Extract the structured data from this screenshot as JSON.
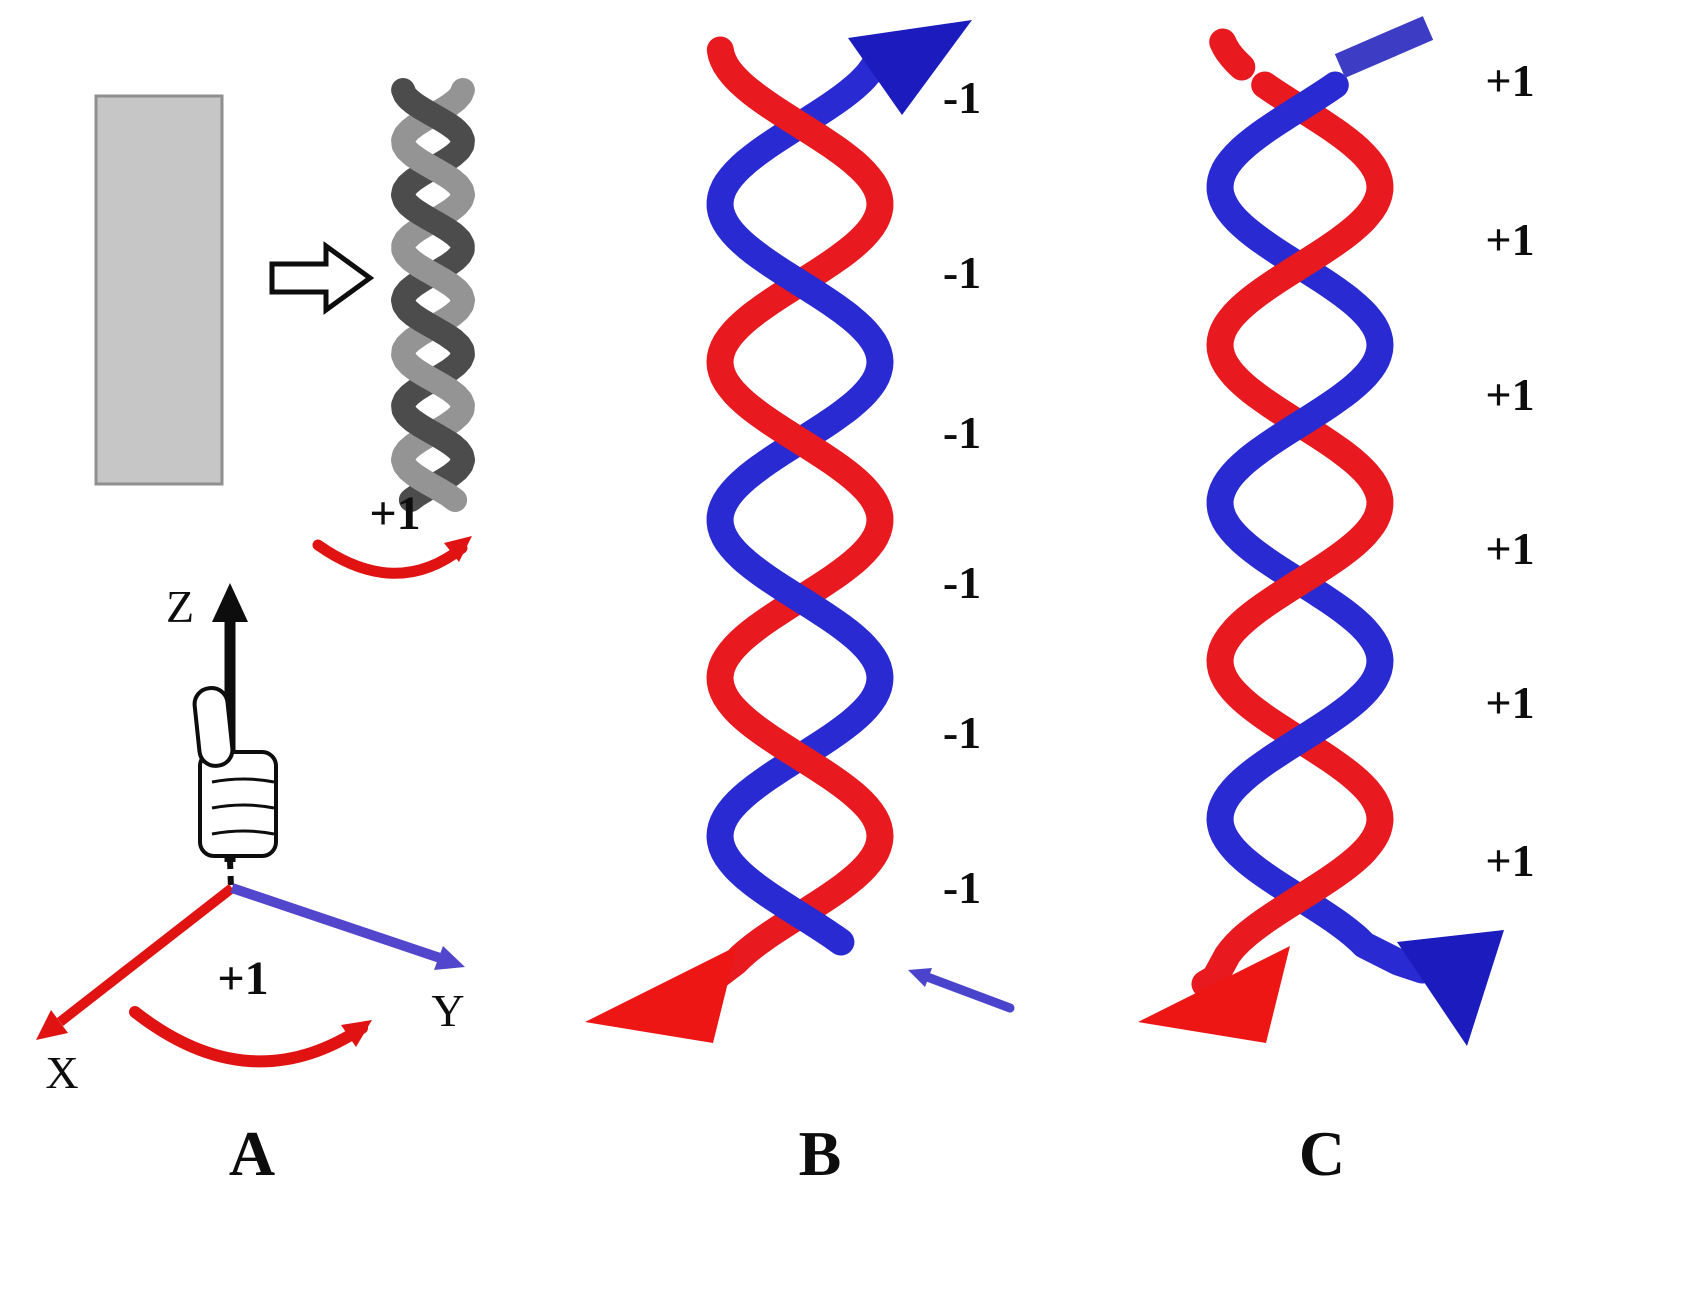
{
  "figure": {
    "panelA": {
      "label": "A",
      "twist_label": "+1",
      "rotation_label": "+1",
      "axes": {
        "x": "X",
        "y": "Y",
        "z": "Z"
      }
    },
    "panelB": {
      "label": "B",
      "crossings": [
        "-1",
        "-1",
        "-1",
        "-1",
        "-1",
        "-1"
      ]
    },
    "panelC": {
      "label": "C",
      "crossings": [
        "+1",
        "+1",
        "+1",
        "+1",
        "+1",
        "+1"
      ]
    },
    "colors": {
      "strand_red": "#e8191f",
      "strand_blue": "#2a2ad2",
      "axis_red": "#e01212",
      "axis_blue": "#5246cc",
      "rod_gray": "#c6c6c6",
      "fiber_dark": "#4c4c4c",
      "fiber_light": "#949494"
    }
  }
}
